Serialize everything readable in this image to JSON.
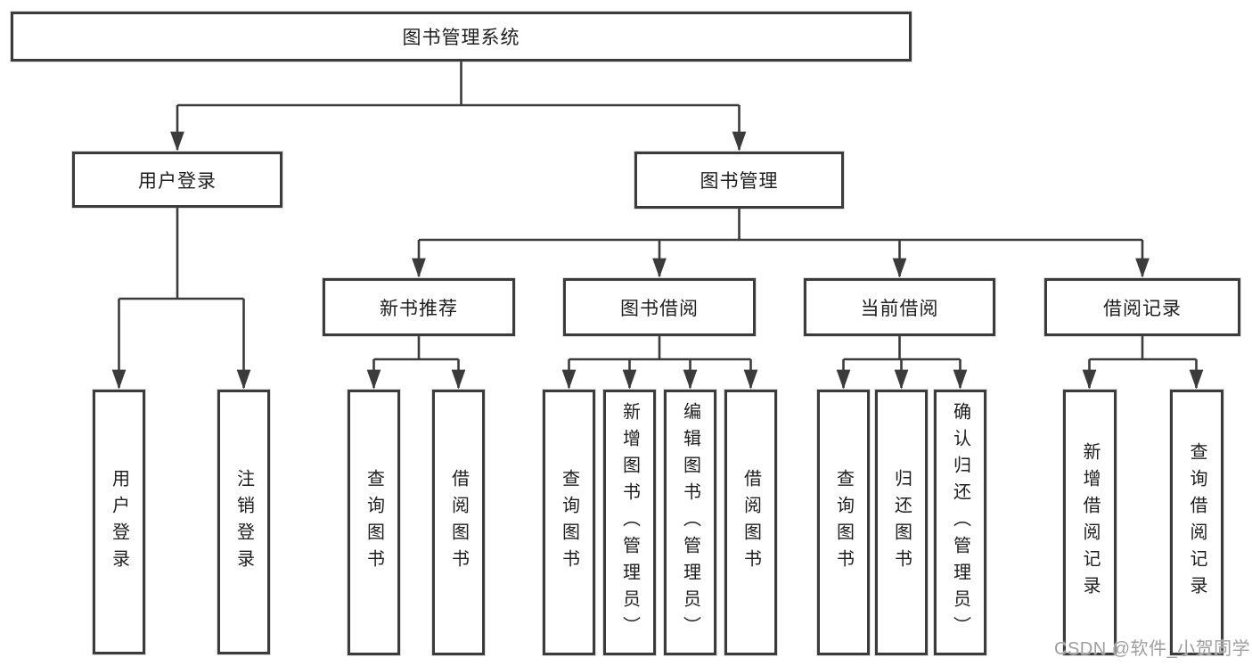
{
  "page": {
    "background": "#ffffff",
    "line_color": "#3b3b3b",
    "box_border_color": "#3b3b3b",
    "text_color": "#1e1e1e"
  },
  "tree": {
    "root": {
      "label": "图书管理系统",
      "children": [
        {
          "label": "用户登录",
          "children": [
            {
              "label": "用户登录"
            },
            {
              "label": "注销登录"
            }
          ]
        },
        {
          "label": "图书管理",
          "children": [
            {
              "label": "新书推荐",
              "children": [
                {
                  "label": "查询图书"
                },
                {
                  "label": "借阅图书"
                }
              ]
            },
            {
              "label": "图书借阅",
              "children": [
                {
                  "label": "查询图书"
                },
                {
                  "label": "新增图书（管理员）"
                },
                {
                  "label": "编辑图书（管理员）"
                },
                {
                  "label": "借阅图书"
                }
              ]
            },
            {
              "label": "当前借阅",
              "children": [
                {
                  "label": "查询图书"
                },
                {
                  "label": "归还图书"
                },
                {
                  "label": "确认归还（管理员）"
                }
              ]
            },
            {
              "label": "借阅记录",
              "children": [
                {
                  "label": "新增借阅记录"
                },
                {
                  "label": "查询借阅记录"
                }
              ]
            }
          ]
        }
      ]
    }
  },
  "watermark": {
    "text": "CSDN @软件_小贺同学",
    "color": "#9f9f9f"
  }
}
